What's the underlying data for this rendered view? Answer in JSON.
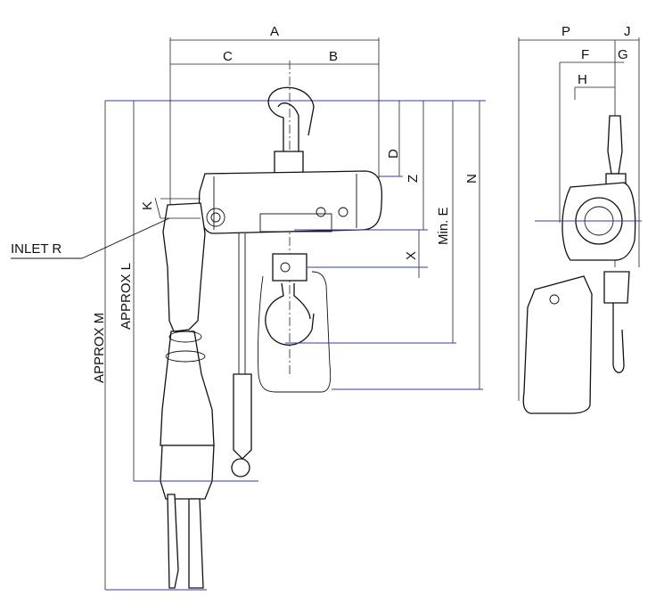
{
  "labels": {
    "A": "A",
    "B": "B",
    "C": "C",
    "D": "D",
    "Z": "Z",
    "N": "N",
    "min_e": "Min. E",
    "x": "X",
    "k": "K",
    "inlet_r": "INLET R",
    "approx_l": "APPROX L",
    "approx_m": "APPROX M",
    "P": "P",
    "J": "J",
    "F": "F",
    "G": "G",
    "H": "H"
  }
}
